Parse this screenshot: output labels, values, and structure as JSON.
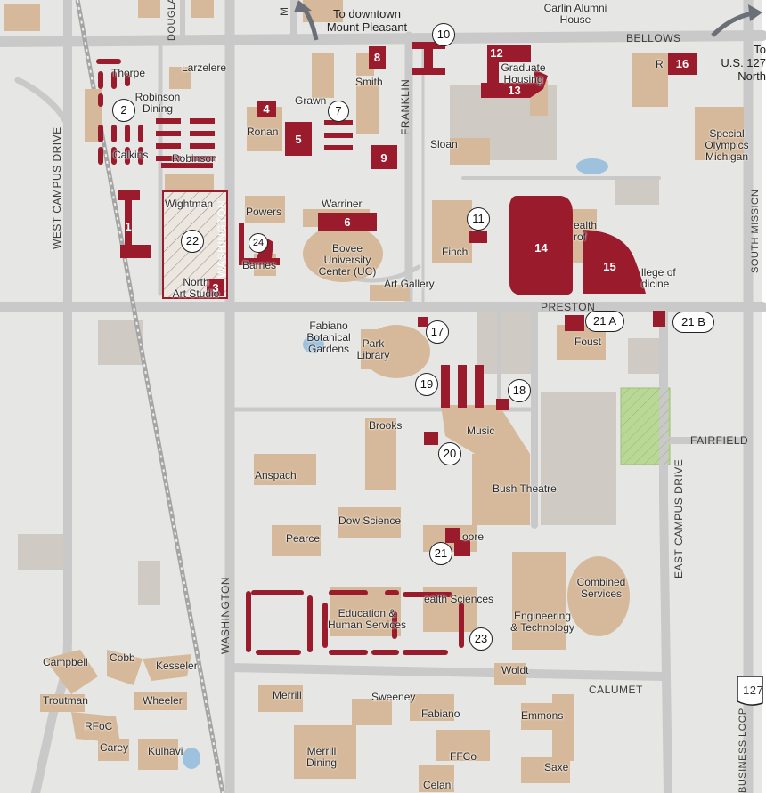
{
  "map": {
    "colors": {
      "background": "#e6e6e4",
      "road": "#c9c9c9",
      "road_edge": "#b4b4b4",
      "building": "#d6b99a",
      "campus_building": "#cfcac3",
      "parking_lot": "#9a1c2c",
      "water": "#9ec1dd",
      "green": "#b9d896",
      "rail": "#9c9c9c"
    },
    "route_labels": {
      "downtown": "To downtown\nMount Pleasant",
      "us127": "To\nU.S. 127\nNorth"
    },
    "street_labels": {
      "douglas": "DOUGLAS",
      "mission_m": "M",
      "bellows": "BELLOWS",
      "franklin": "FRANKLIN",
      "west_campus": "WEST CAMPUS DRIVE",
      "washington_upper": "WASHINGTON",
      "washington_lower": "WASHINGTON",
      "preston": "PRESTON",
      "south_mission": "SOUTH MISSION",
      "fairfield": "FAIRFIELD",
      "east_campus": "EAST CAMPUS DRIVE",
      "calumet": "CALUMET",
      "business_loop": "BUSINESS LOOP",
      "us127_shield": "127"
    },
    "building_labels": {
      "carlin": "Carlin Alumni\nHouse",
      "larzelere": "Larzelere",
      "thorpe": "Thorpe",
      "robinson_dining": "Robinson\nDining",
      "calkins": "Calkins",
      "robinson": "Robinson",
      "ronan": "Ronan",
      "grawn": "Grawn",
      "smith": "Smith",
      "graduate_housing": "Graduate\nHousing",
      "rowe": "R",
      "sloan": "Sloan",
      "special_olympics": "Special\nOlympics\nMichigan",
      "wightman": "Wightman",
      "powers": "Powers",
      "warriner": "Warriner",
      "barnes": "Barnes",
      "bovee": "Bovee\nUniversity\nCenter (UC)",
      "finch": "Finch",
      "health_prof": "ealth\nrof",
      "med": "llege of\ndicine",
      "art_gallery": "Art Gallery",
      "north_art": "North\nArt Studio",
      "fabiano_garden": "Fabiano\nBotanical\nGardens",
      "park_library": "Park\nLibrary",
      "foust": "Foust",
      "brooks": "Brooks",
      "music": "Music",
      "anspach": "Anspach",
      "bush": "Bush Theatre",
      "dow": "Dow Science",
      "pearce": "Pearce",
      "moore": "oore",
      "combined": "Combined\nServices",
      "health_sci": "ealth Sciences",
      "ehs": "Education &\nHuman Services",
      "engineering": "Engineering\n& Technology",
      "campbell": "Campbell",
      "cobb": "Cobb",
      "kesseler": "Kesseler",
      "troutman": "Troutman",
      "wheeler": "Wheeler",
      "rfoc": "RFoC",
      "carey": "Carey",
      "kulhavi": "Kulhavi",
      "merrill": "Merrill",
      "sweeney": "Sweeney",
      "fabiano_hall": "Fabiano",
      "woldt": "Woldt",
      "emmons": "Emmons",
      "merrill_dining": "Merrill\nDining",
      "ffco": "FFCo",
      "saxe": "Saxe",
      "celani": "Celani"
    },
    "lot_numbers": {
      "n1": "1",
      "n2": "2",
      "n3": "3",
      "n4": "4",
      "n5": "5",
      "n6": "6",
      "n7": "7",
      "n8": "8",
      "n9": "9",
      "n10": "10",
      "n11": "11",
      "n12": "12",
      "n13": "13",
      "n14": "14",
      "n15": "15",
      "n16": "16",
      "n17": "17",
      "n18": "18",
      "n19": "19",
      "n20": "20",
      "n21": "21",
      "n21a": "21 A",
      "n21b": "21 B",
      "n22": "22",
      "n23": "23",
      "n24": "24"
    }
  }
}
